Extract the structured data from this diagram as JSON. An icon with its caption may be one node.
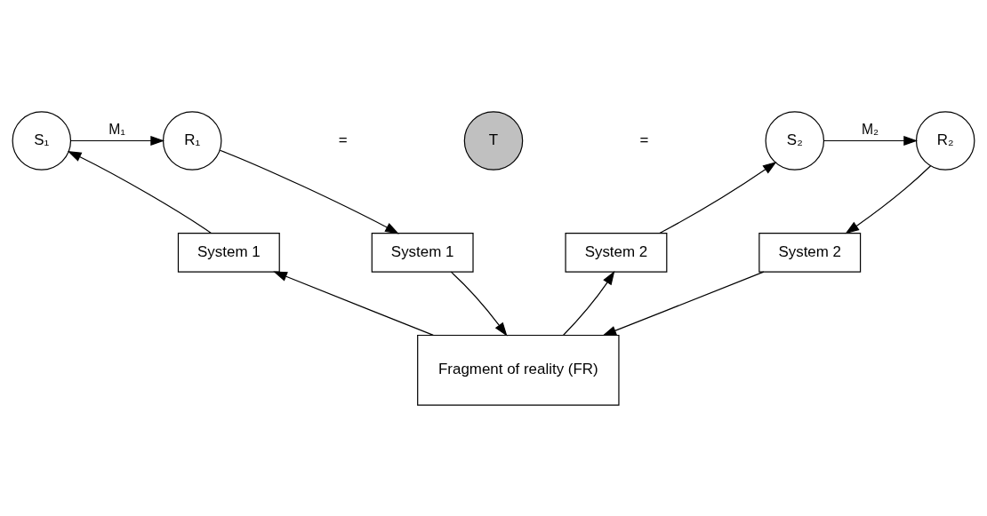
{
  "diagram": {
    "nodes": [
      {
        "text": [
          "S₁"
        ]
      },
      {
        "text": [
          "R₁"
        ]
      },
      {
        "text": [
          "T"
        ]
      },
      {
        "text": [
          "S₂"
        ]
      },
      {
        "text": [
          "R₂"
        ]
      },
      {
        "text": [
          "System 1"
        ]
      },
      {
        "text": [
          "System 1"
        ]
      },
      {
        "text": [
          "System 2"
        ]
      },
      {
        "text": [
          "System 2"
        ]
      },
      {
        "text": [
          "Fragment of reality (FR)"
        ]
      }
    ],
    "edges": [
      {
        "from": 0,
        "to": 1,
        "arrow": "to",
        "label": "M₁"
      },
      {
        "from": 3,
        "to": 4,
        "arrow": "to",
        "label": "M₂"
      },
      {
        "from": 5,
        "to": 0,
        "arrow": "to"
      },
      {
        "from": 1,
        "to": 6,
        "arrow": "to"
      },
      {
        "from": 7,
        "to": 3,
        "arrow": "to"
      },
      {
        "from": 4,
        "to": 8,
        "arrow": "to"
      },
      {
        "from": 6,
        "to": 9,
        "arrow": "to"
      },
      {
        "from": 9,
        "to": 7,
        "arrow": "to"
      },
      {
        "from": 8,
        "to": 9,
        "arrow": "to"
      },
      {
        "from": 9,
        "to": 5,
        "arrow": "to"
      }
    ],
    "labels": [
      "=",
      "="
    ]
  }
}
